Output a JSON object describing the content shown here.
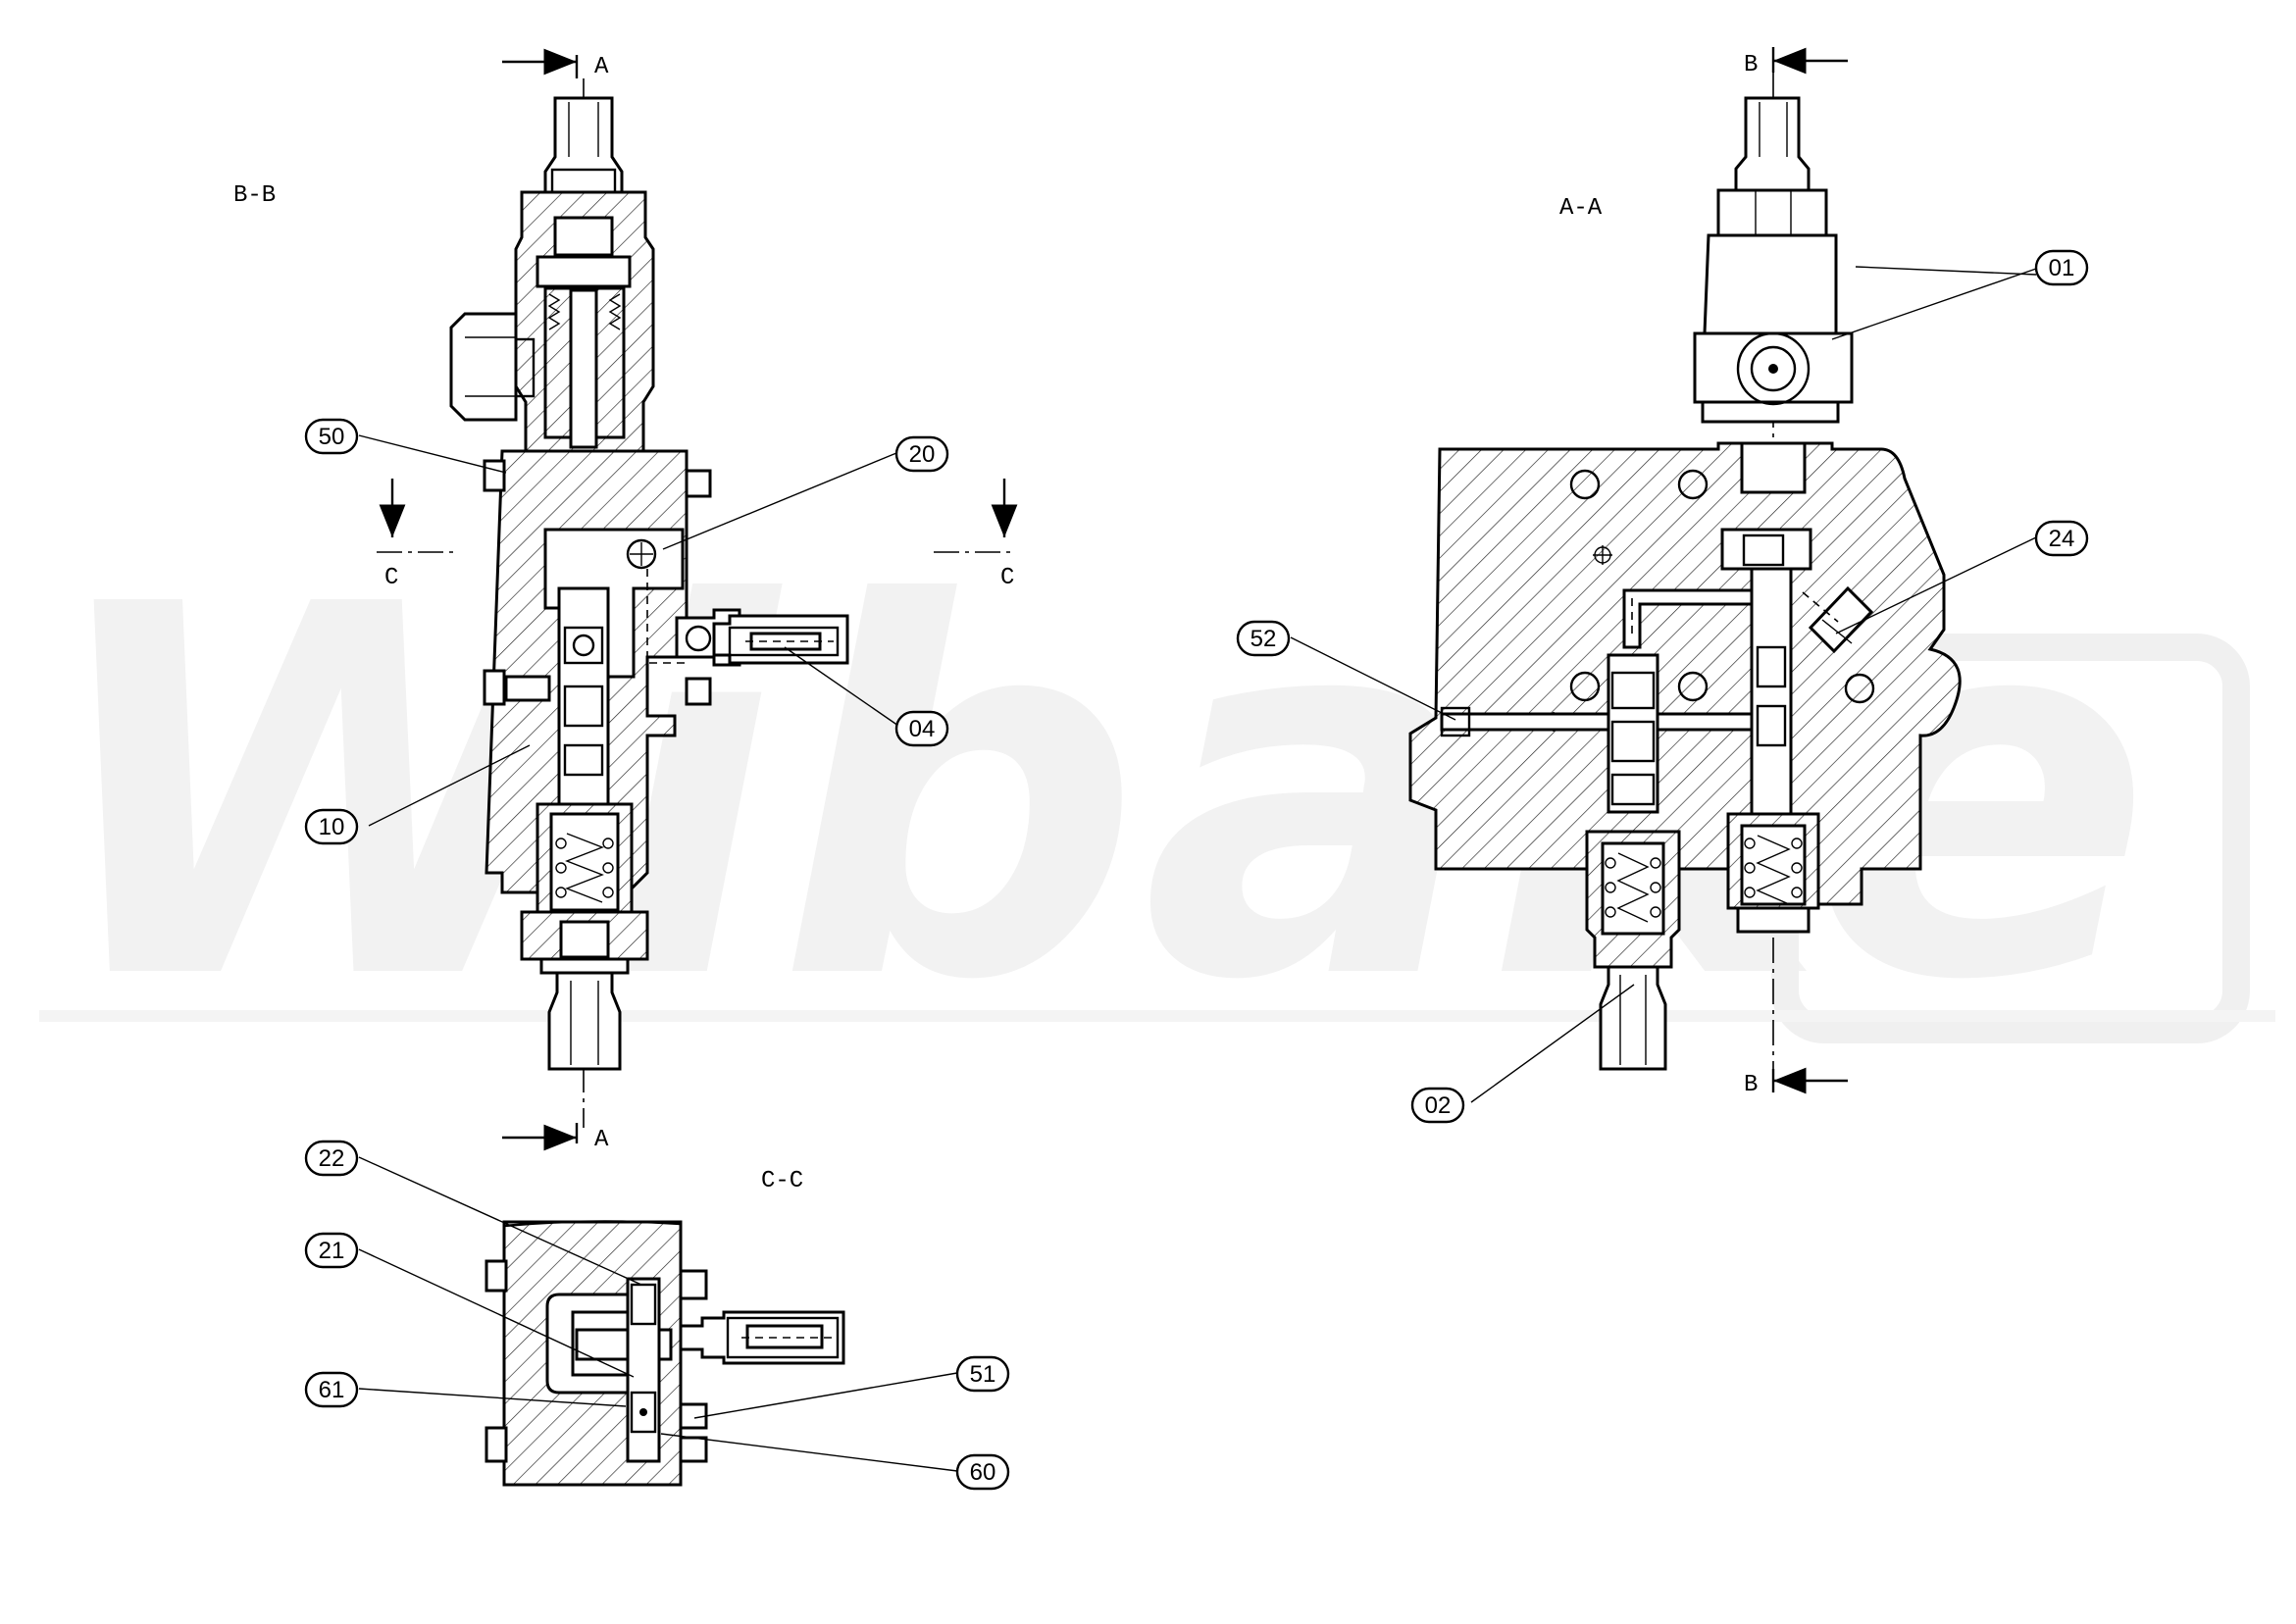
{
  "views": {
    "bb": "B-B",
    "aa": "A-A",
    "cc": "C-C"
  },
  "section_letters": {
    "a": "A",
    "b": "B",
    "c": "C"
  },
  "watermark": "Wibake",
  "callouts": {
    "p01": "01",
    "p02": "02",
    "p04": "04",
    "p10": "10",
    "p20": "20",
    "p21": "21",
    "p22": "22",
    "p24": "24",
    "p50": "50",
    "p51": "51",
    "p52": "52",
    "p60": "60",
    "p61": "61"
  }
}
